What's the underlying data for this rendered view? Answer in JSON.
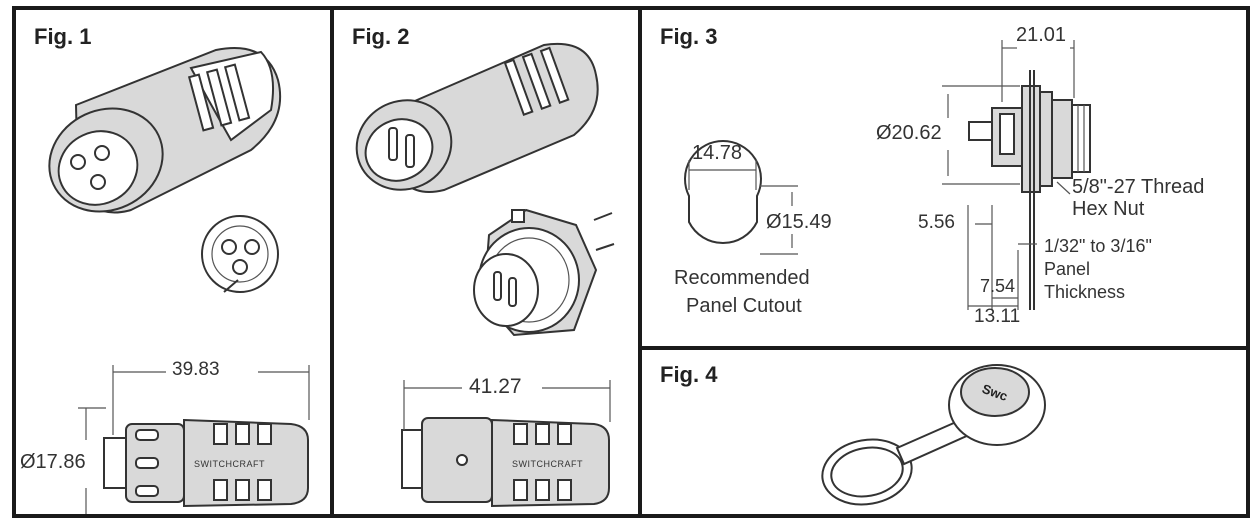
{
  "figures": {
    "fig1": {
      "title": "Fig. 1",
      "length_dim": "39.83",
      "diameter_dim": "Ø17.86",
      "brand": "SWITCHCRAFT"
    },
    "fig2": {
      "title": "Fig. 2",
      "length_dim": "41.27",
      "brand": "SWITCHCRAFT"
    },
    "fig3": {
      "title": "Fig. 3",
      "cutout_width": "14.78",
      "cutout_diameter": "Ø15.49",
      "cutout_label_line1": "Recommended",
      "cutout_label_line2": "Panel Cutout",
      "top_dim": "21.01",
      "body_diameter": "Ø20.62",
      "thread_line1": "5/8\"-27 Thread",
      "thread_line2": "Hex Nut",
      "dim_556": "5.56",
      "panel_line1": "1/32\" to 3/16\"",
      "panel_line2": "Panel",
      "panel_line3": "Thickness",
      "dim_754": "7.54",
      "dim_1311": "13.11"
    },
    "fig4": {
      "title": "Fig. 4",
      "cap_text": "Swc"
    }
  },
  "colors": {
    "border": "#1a1a1a",
    "ink": "#333333",
    "shade": "#d9d9d9"
  }
}
